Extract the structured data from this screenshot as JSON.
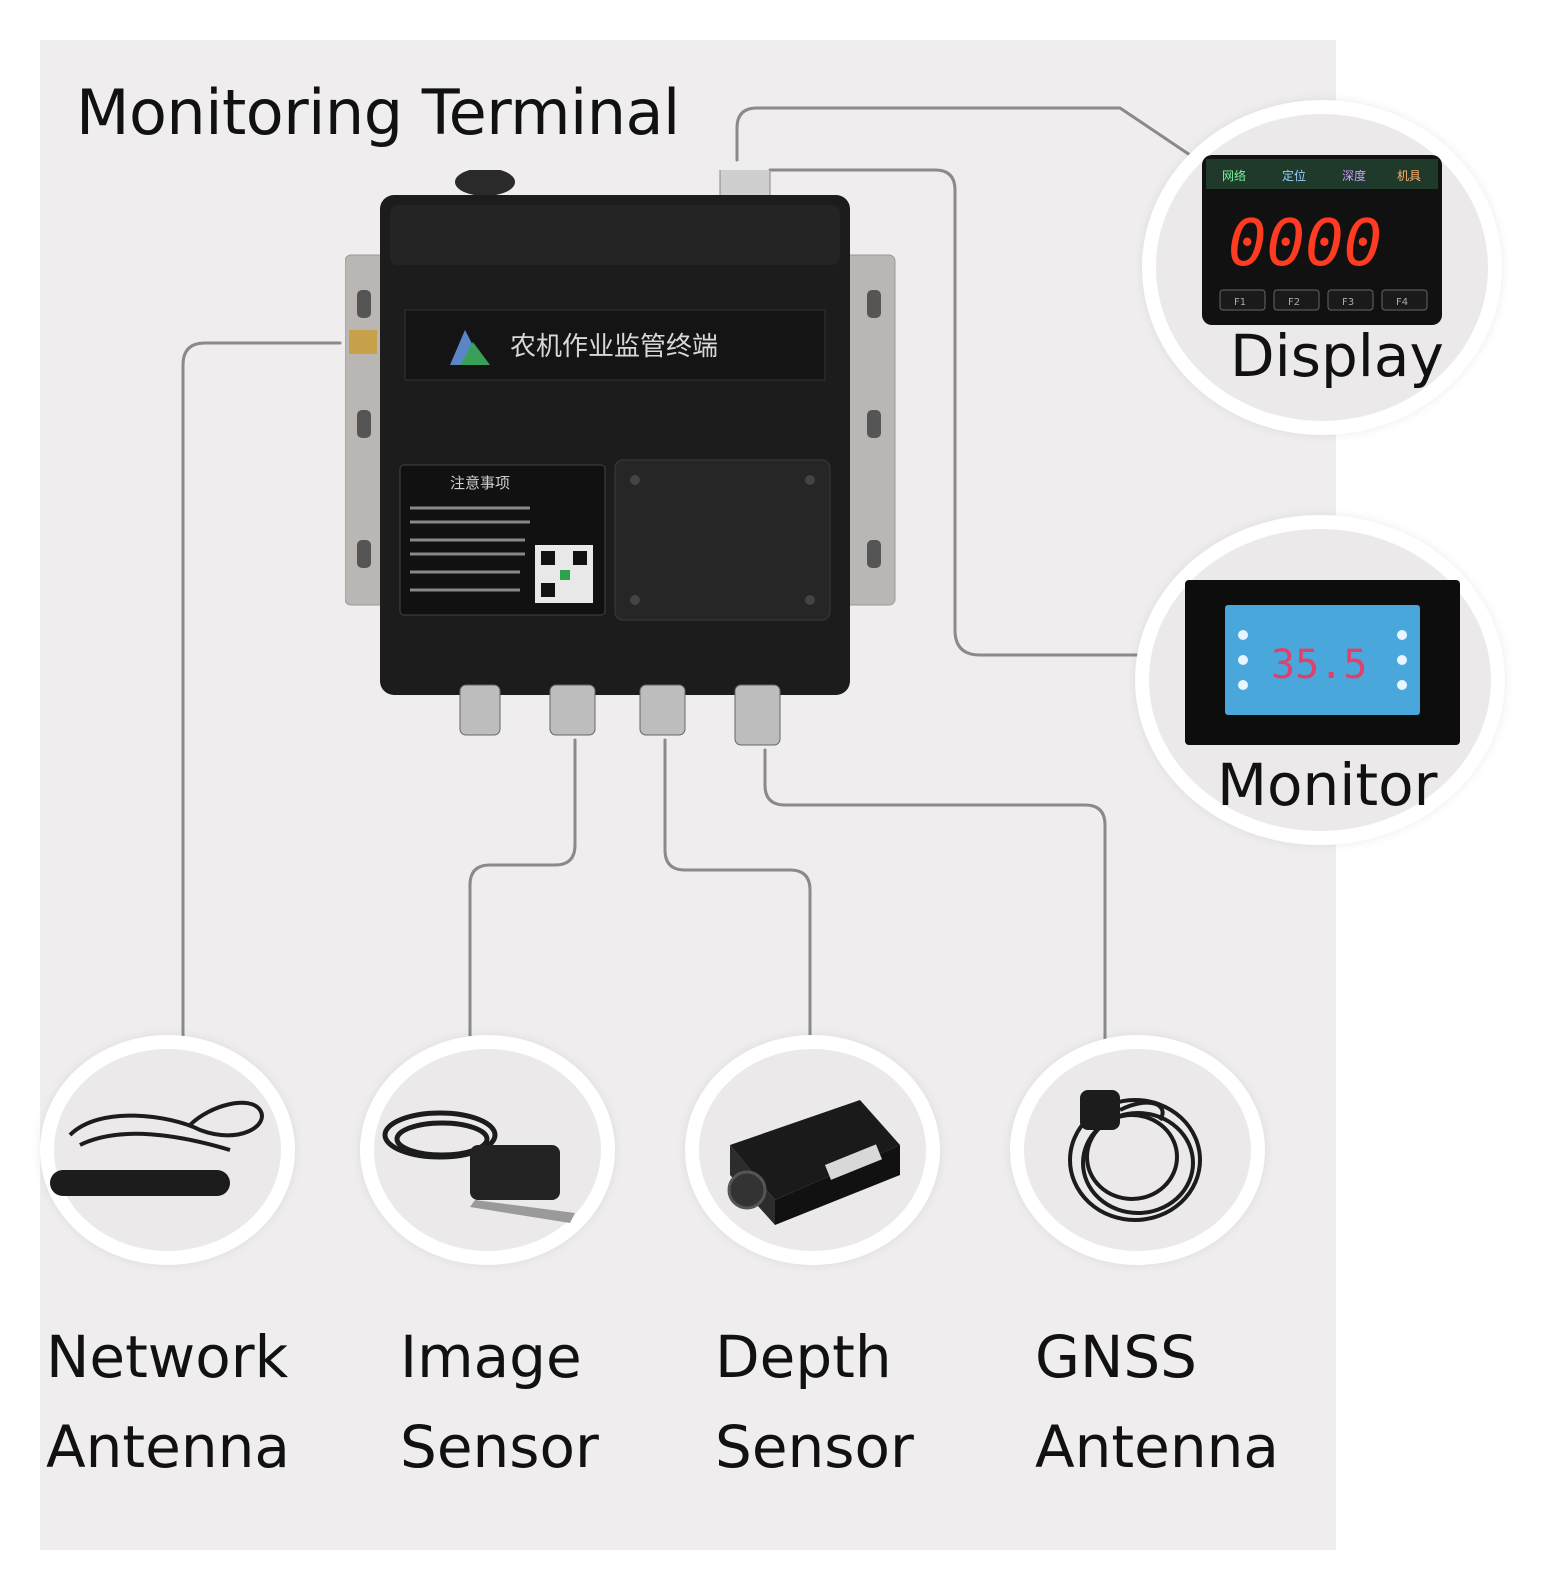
{
  "title": "Monitoring Terminal",
  "terminal": {
    "brand_text": "农机作业监管终端",
    "notice_title": "注意事项"
  },
  "display": {
    "label": "Display",
    "readout": "0000",
    "indicators": [
      "网络",
      "定位",
      "深度",
      "机具"
    ],
    "buttons": [
      "F1",
      "F2",
      "F3",
      "F4"
    ]
  },
  "monitor": {
    "label": "Monitor",
    "readout": "35.5"
  },
  "sensors": [
    {
      "line1": "Network",
      "line2": "Antenna"
    },
    {
      "line1": "Image",
      "line2": "Sensor"
    },
    {
      "line1": "Depth",
      "line2": "Sensor"
    },
    {
      "line1": "GNSS",
      "line2": "Antenna"
    }
  ],
  "colors": {
    "panel": "#efeded",
    "wire": "#8a8a8a",
    "device_body": "#1c1c1c",
    "mount_plate": "#b9b6b4",
    "led_red": "#ff3b22",
    "monitor_screen": "#4aa7dc"
  }
}
